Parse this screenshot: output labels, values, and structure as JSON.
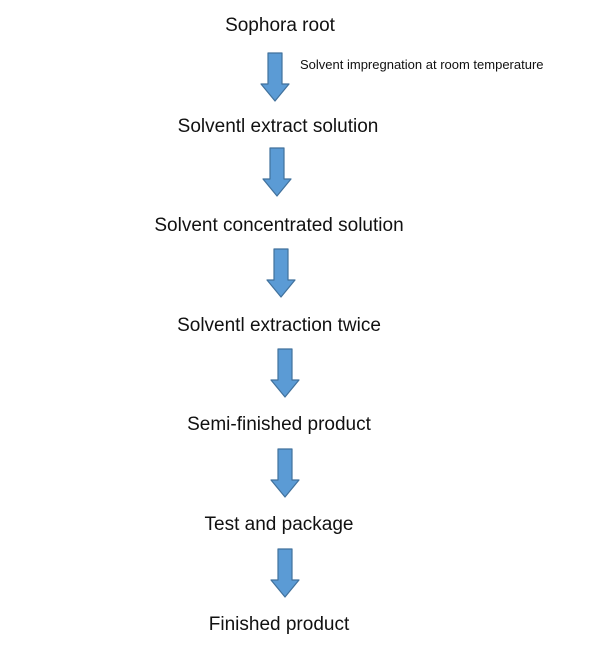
{
  "flowchart": {
    "steps": [
      "Sophora root",
      "Solventl extract solution",
      "Solvent concentrated solution",
      "Solventl extraction twice",
      "Semi-finished product",
      "Test and package",
      "Finished product"
    ],
    "annotation": "Solvent impregnation at room temperature"
  },
  "colors": {
    "arrow_fill": "#5B9BD5",
    "arrow_stroke": "#41719C",
    "text": "#111111"
  },
  "icons": {
    "arrow": "down-arrow-icon"
  }
}
